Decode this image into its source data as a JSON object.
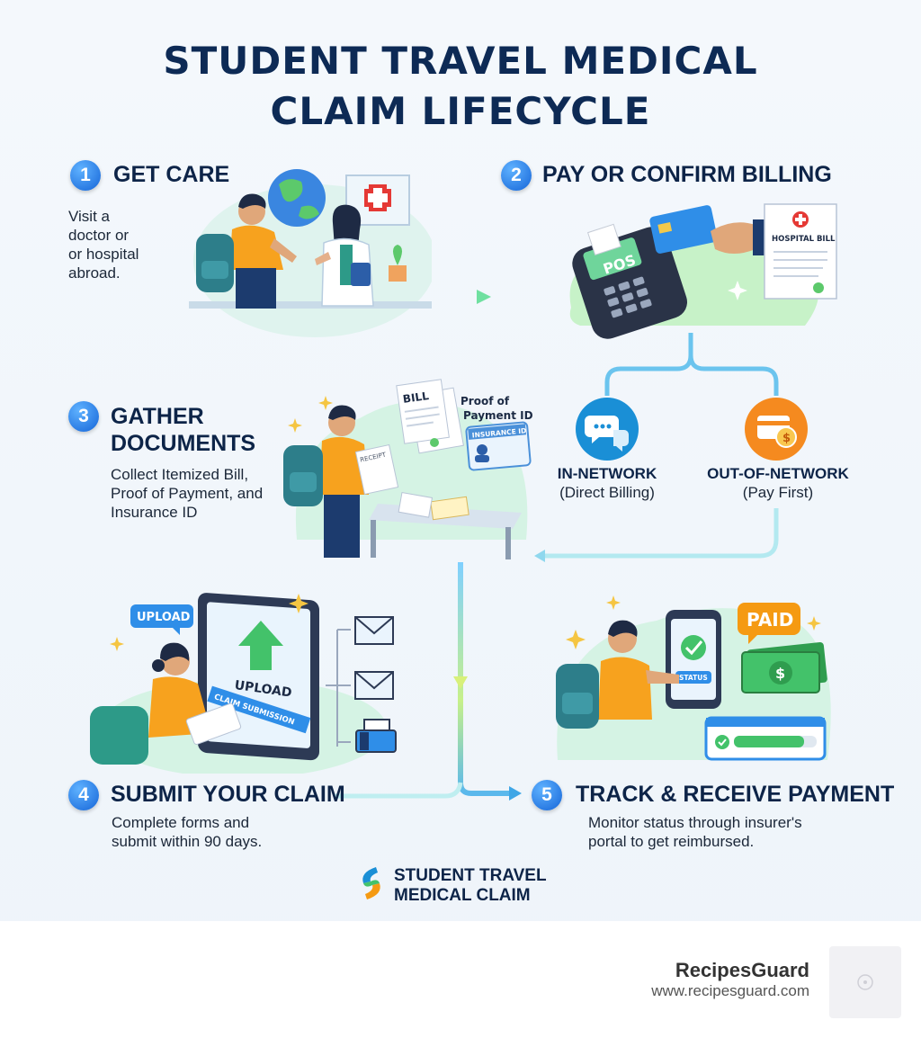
{
  "title": {
    "line1": "STUDENT TRAVEL MEDICAL",
    "line2": "CLAIM LIFECYCLE"
  },
  "steps": [
    {
      "number": "1",
      "title": "GET CARE",
      "desc": [
        "Visit a",
        "doctor or",
        "or hospital",
        "abroad."
      ]
    },
    {
      "number": "2",
      "title": "PAY OR CONFIRM BILLING"
    },
    {
      "number": "3",
      "title_lines": [
        "GATHER",
        "DOCUMENTS"
      ],
      "desc": [
        "Collect Itemized Bill,",
        "Proof of Payment, and",
        "Insurance ID"
      ]
    },
    {
      "number": "4",
      "title": "SUBMIT YOUR CLAIM",
      "desc": [
        "Complete forms and",
        "submit within 90 days."
      ]
    },
    {
      "number": "5",
      "title": "TRACK & RECEIVE PAYMENT",
      "desc": [
        "Monitor status through insurer's",
        "portal to get reimbursed."
      ]
    }
  ],
  "branches": {
    "in_network": {
      "label": "IN-NETWORK",
      "sub": "(Direct Billing)"
    },
    "out_network": {
      "label": "OUT-OF-NETWORK",
      "sub": "(Pay First)"
    }
  },
  "illustration_text": {
    "pos": "POS",
    "hospital_bill": "HOSPITAL BILL",
    "bill": "BILL",
    "proof_of_payment_id": [
      "Proof of",
      "Payment ID"
    ],
    "insurance_id": "INSURANCE ID",
    "receipt": "RECEIPT",
    "upload_tag": "UPLOAD",
    "upload_screen": "UPLOAD",
    "claim_submission": "CLAIM SUBMISSION",
    "paid": "PAID",
    "status": "STATUS"
  },
  "logo": {
    "line1": "STUDENT TRAVEL",
    "line2": "MEDICAL CLAIM"
  },
  "footer": {
    "brand": "RecipesGuard",
    "url": "www.recipesguard.com"
  },
  "colors": {
    "navy": "#0d2a55",
    "step_blue": "#1a6fe0",
    "flow_green": "#7fe0a8",
    "flow_blue": "#5ab8ec",
    "backpack_teal": "#2d7e8a",
    "shirt_orange": "#f7a21e",
    "paid_orange": "#f59a12"
  }
}
